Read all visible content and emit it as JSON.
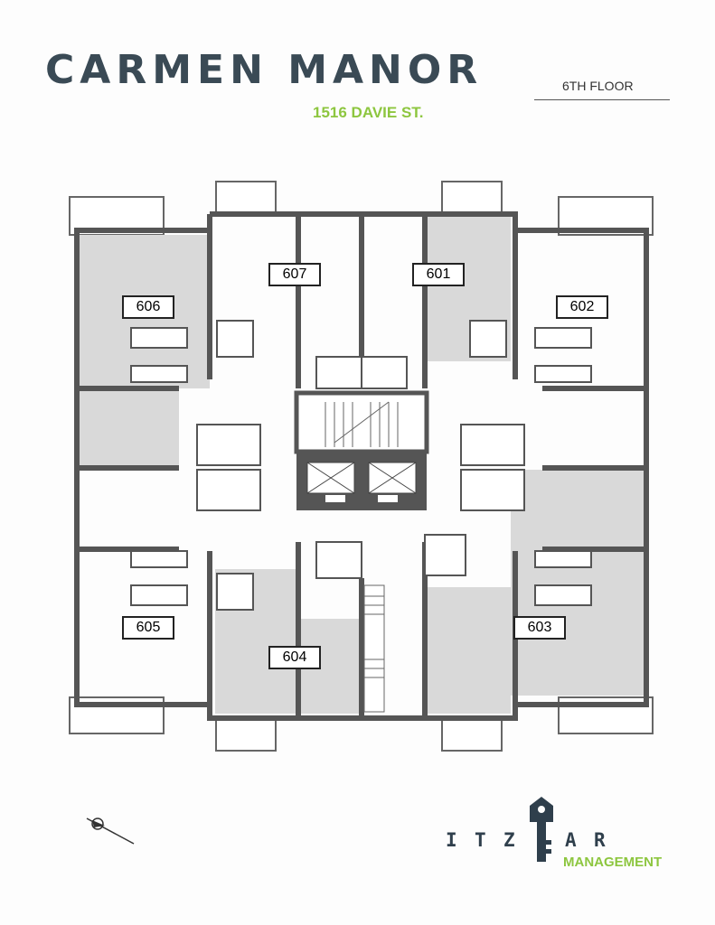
{
  "header": {
    "building_name": "CARMEN MANOR",
    "address": "1516 DAVIE ST.",
    "floor": "6TH FLOOR"
  },
  "units": [
    {
      "id": "unit-606",
      "label": "606"
    },
    {
      "id": "unit-607",
      "label": "607"
    },
    {
      "id": "unit-601",
      "label": "601"
    },
    {
      "id": "unit-602",
      "label": "602"
    },
    {
      "id": "unit-605",
      "label": "605"
    },
    {
      "id": "unit-604",
      "label": "604"
    },
    {
      "id": "unit-603",
      "label": "603"
    }
  ],
  "logo": {
    "letters": [
      "I",
      "T",
      "Z",
      "A",
      "R"
    ],
    "subtitle": "MANAGEMENT",
    "icon": "key-icon"
  },
  "compass": {
    "icon": "north-arrow-icon"
  },
  "colors": {
    "title": "#3a4a55",
    "accent_green": "#8dc63f",
    "wall": "#555555",
    "unit_fill": "#d9d9d9"
  }
}
